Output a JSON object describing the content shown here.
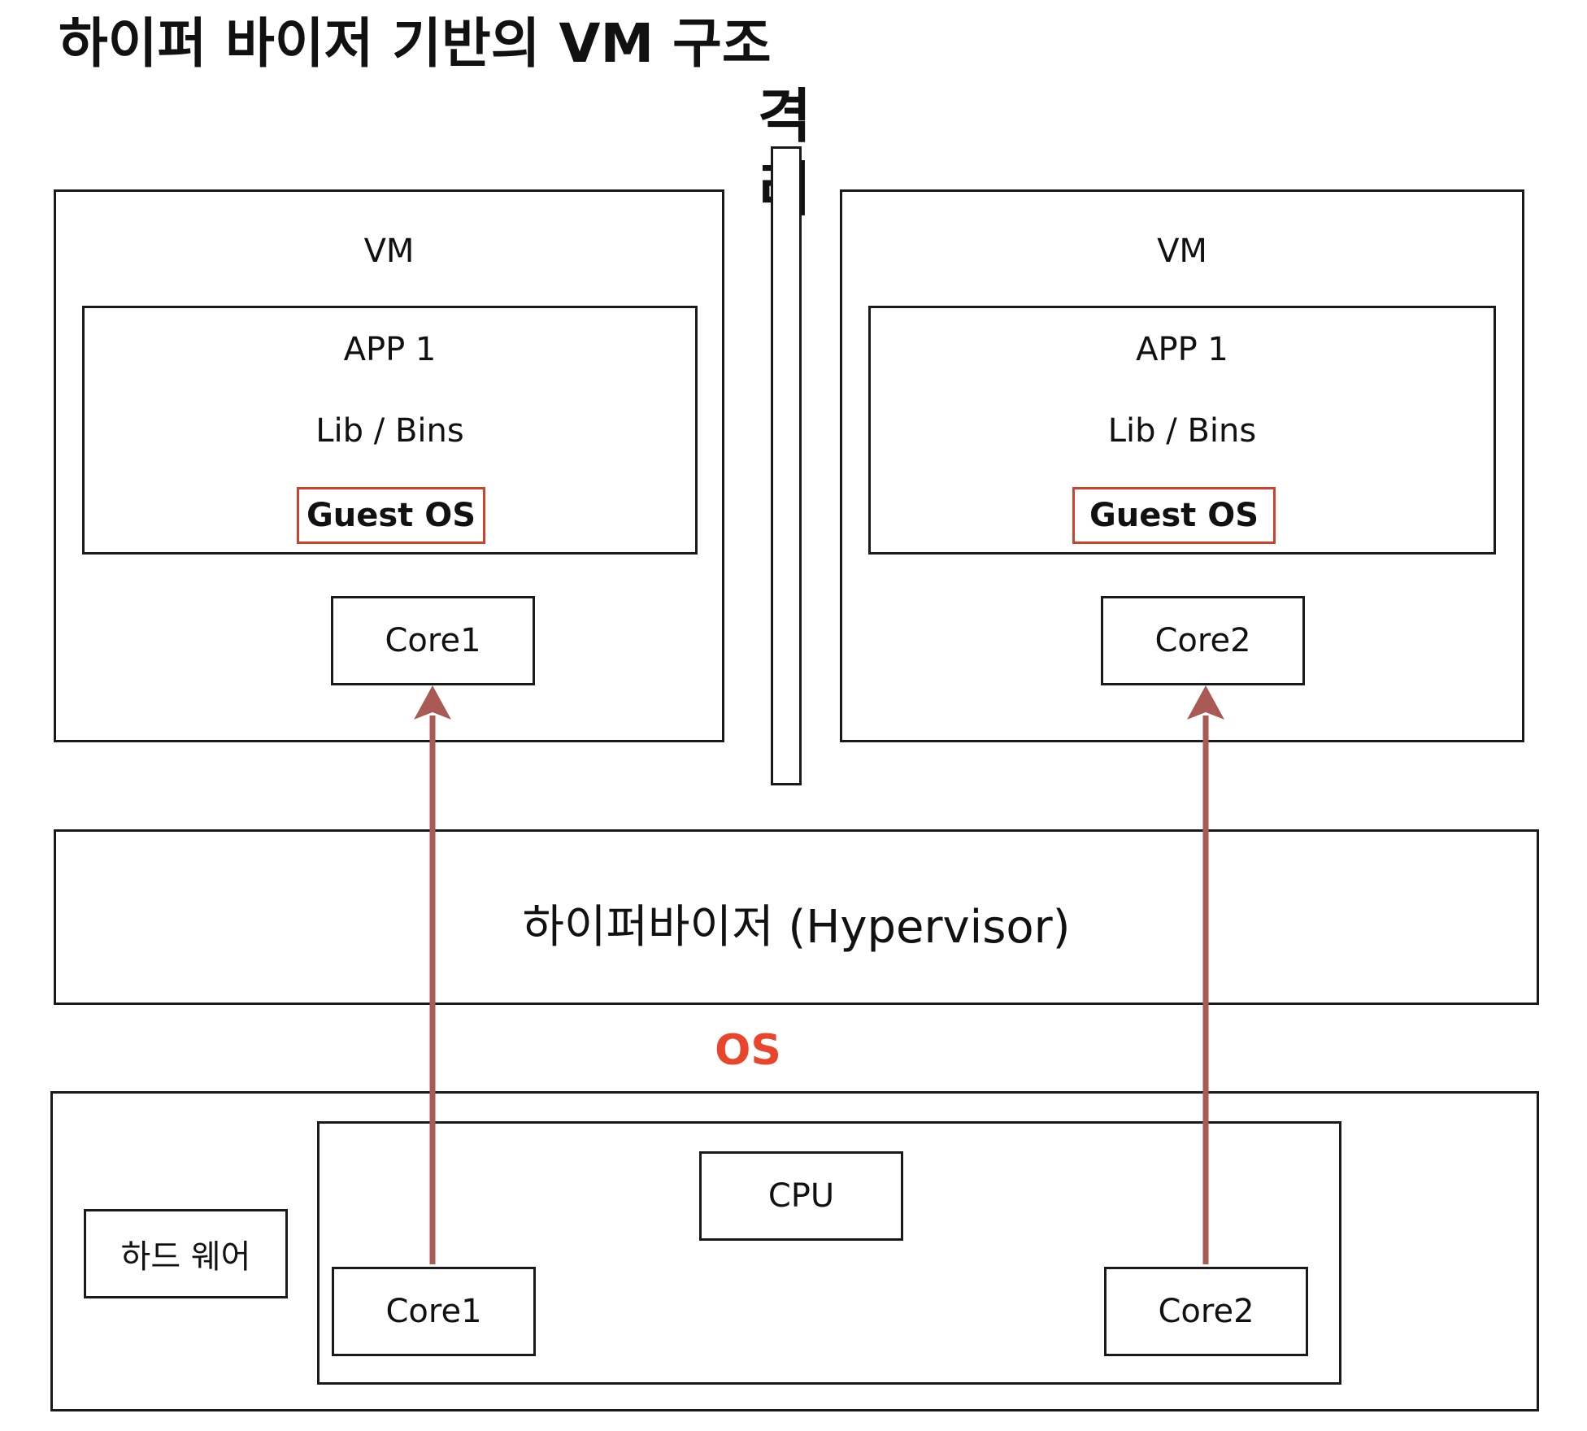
{
  "title": "하이퍼 바이저 기반의 VM 구조",
  "isolation_label": "격리",
  "vm_left": {
    "label": "VM",
    "app": "APP 1",
    "libs": "Lib / Bins",
    "guest_os": "Guest OS",
    "core": "Core1"
  },
  "vm_right": {
    "label": "VM",
    "app": "APP 1",
    "libs": "Lib / Bins",
    "guest_os": "Guest OS",
    "core": "Core2"
  },
  "hypervisor_label": "하이퍼바이저 (Hypervisor)",
  "os_label": "OS",
  "hardware": {
    "label": "하드 웨어",
    "cpu_label": "CPU",
    "core_left": "Core1",
    "core_right": "Core2"
  },
  "colors": {
    "os_label": "#e8452c",
    "guest_os_border": "#d0412c",
    "arrow": "#a95a55"
  }
}
